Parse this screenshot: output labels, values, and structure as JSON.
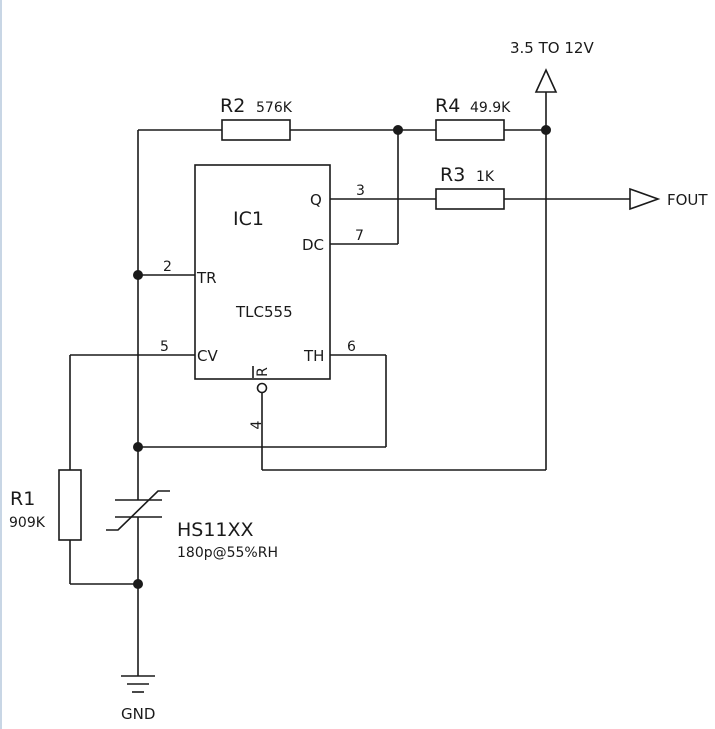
{
  "supply_label": "3.5 TO 12V",
  "output_label": "FOUT",
  "ground_label": "GND",
  "ic": {
    "name": "IC1",
    "part": "TLC555",
    "pins": {
      "q": "Q",
      "dc": "DC",
      "tr": "TR",
      "cv": "CV",
      "th": "TH",
      "r": "R"
    },
    "pin_numbers": {
      "q": "3",
      "dc": "7",
      "tr": "2",
      "cv": "5",
      "th": "6",
      "r": "4"
    }
  },
  "resistors": {
    "r1": {
      "ref": "R1",
      "value": "909K"
    },
    "r2": {
      "ref": "R2",
      "value": "576K"
    },
    "r3": {
      "ref": "R3",
      "value": "1K"
    },
    "r4": {
      "ref": "R4",
      "value": "49.9K"
    }
  },
  "sensor": {
    "ref": "HS11XX",
    "value": "180p@55%RH"
  }
}
